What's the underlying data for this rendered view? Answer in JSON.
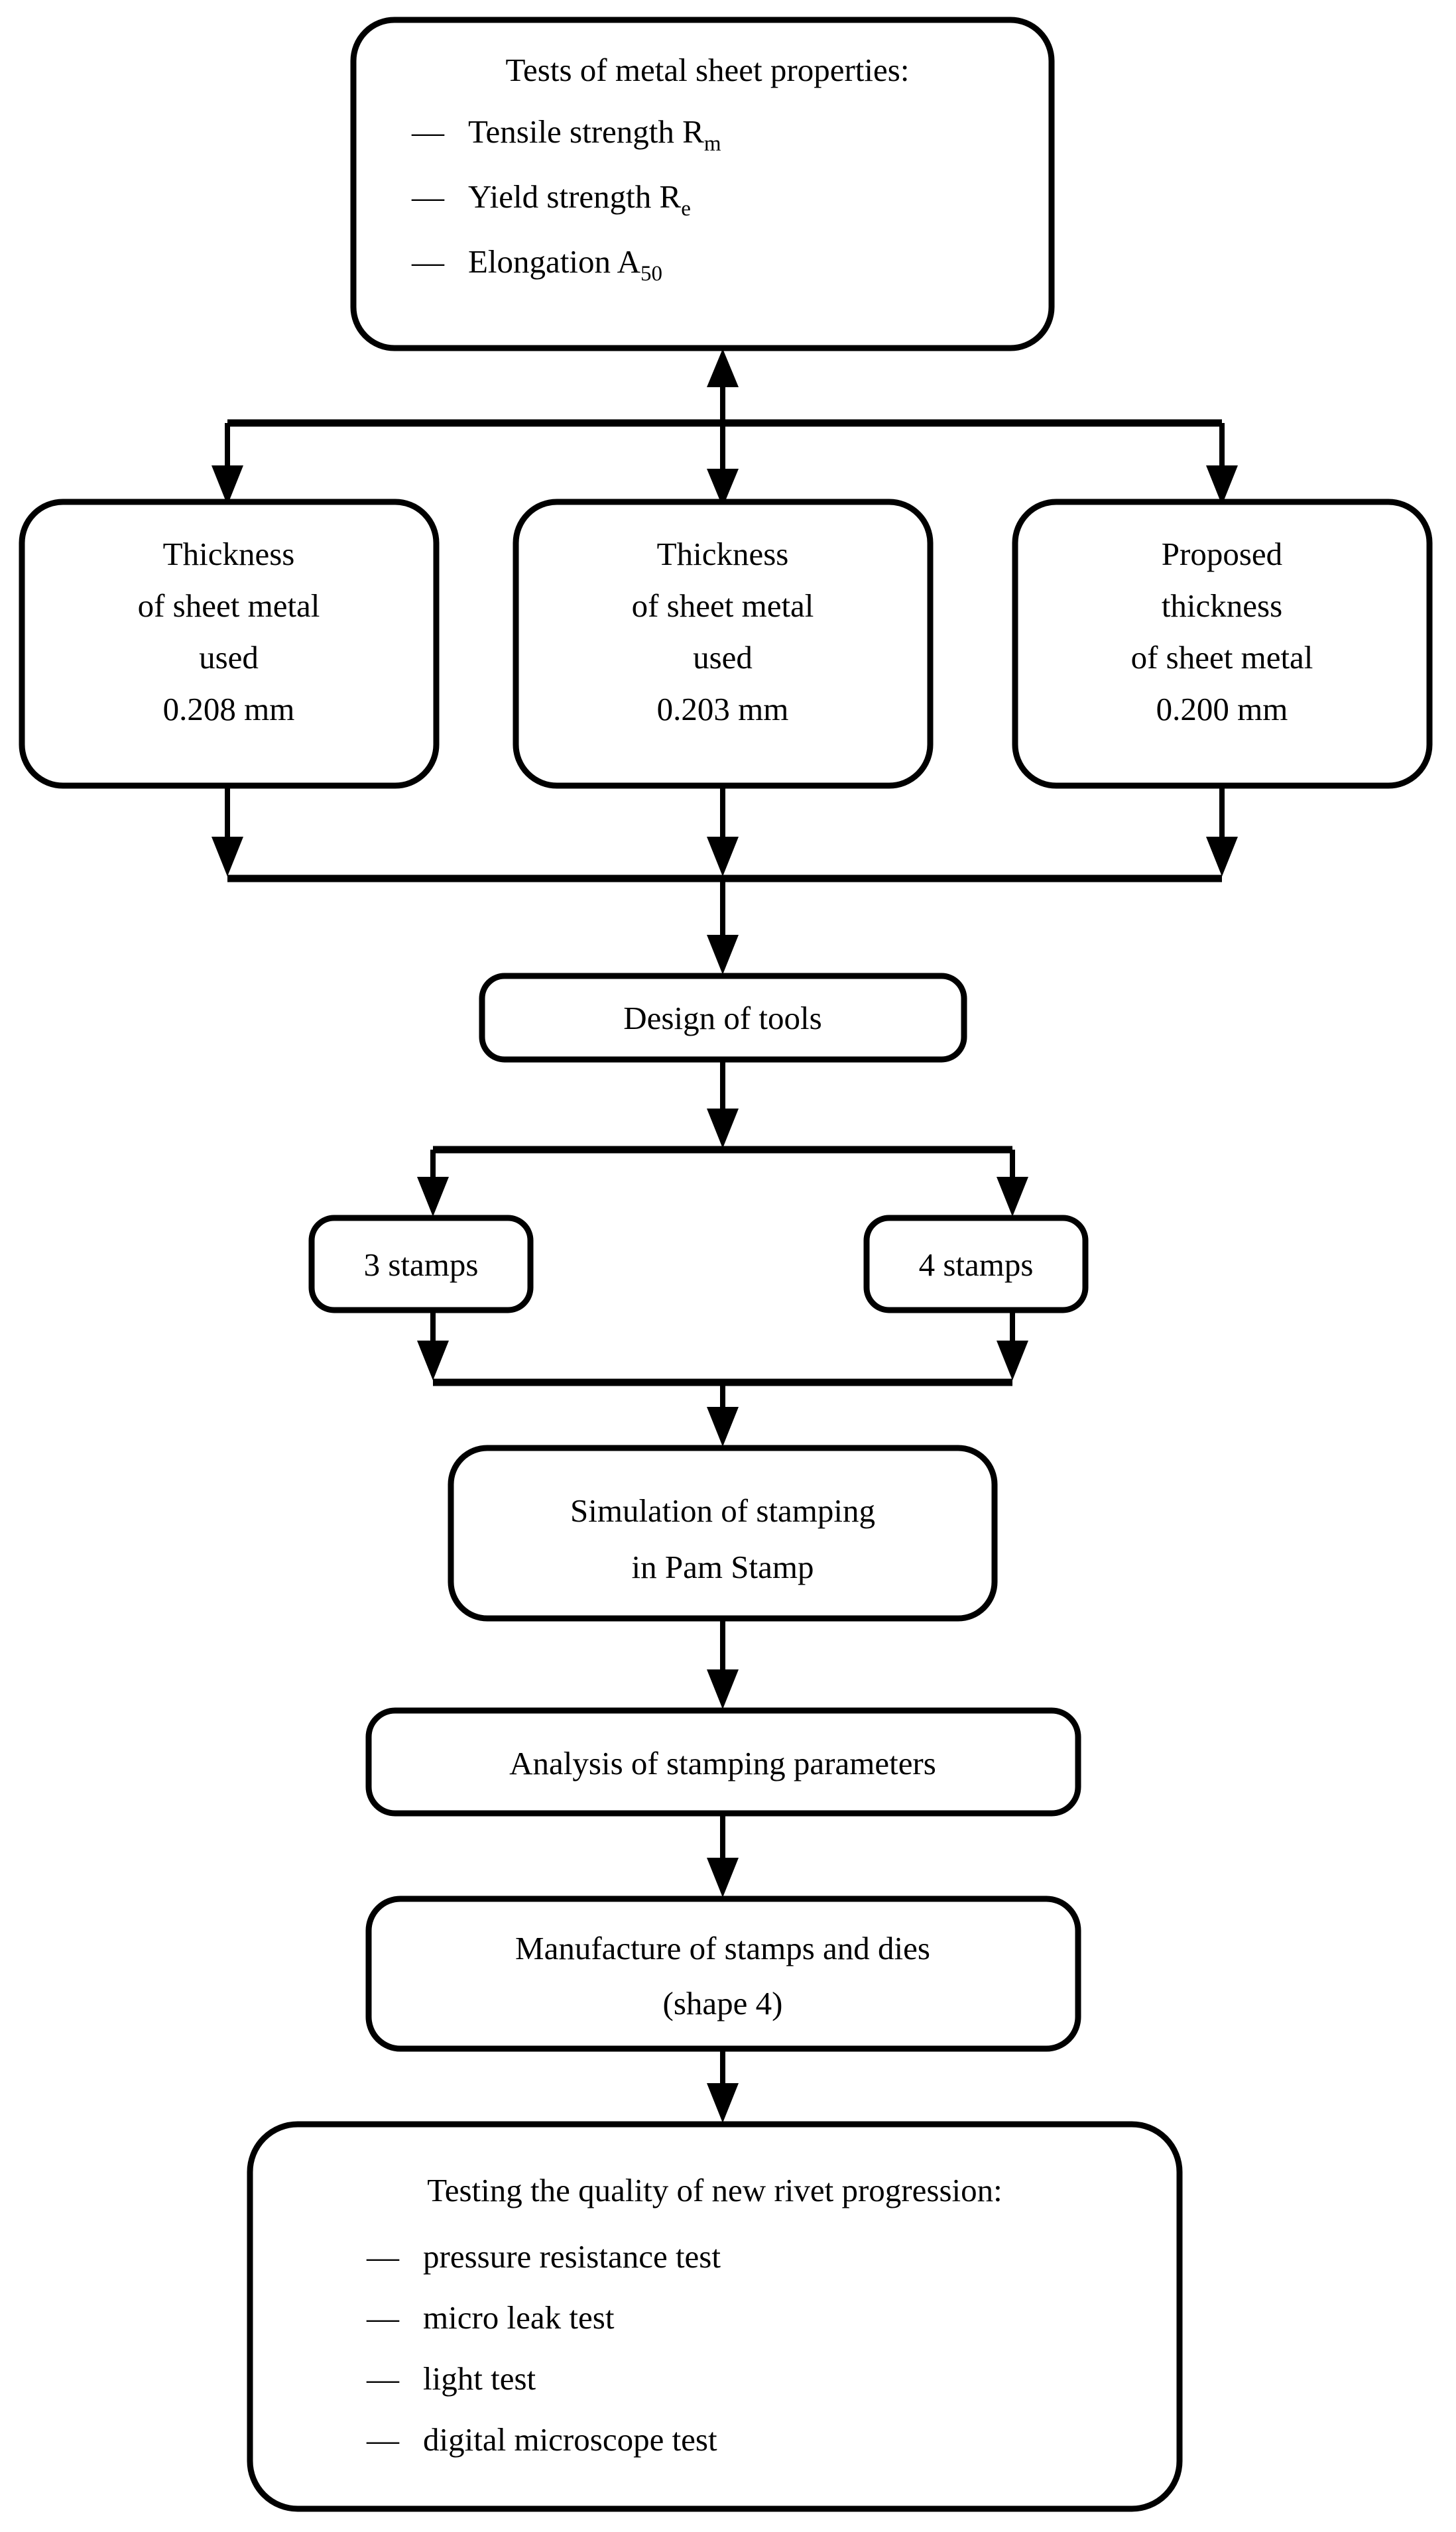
{
  "diagram": {
    "title": "Research methodology flowchart for sheet metal stamping",
    "orientation": "top-to-bottom",
    "background_color": "#ffffff",
    "line_color": "#000000",
    "node_fill": "#ffffff"
  },
  "nodes": {
    "tests_properties": {
      "id": "n1",
      "shape": "rounded-rectangle",
      "heading": "Tests of metal sheet properties:",
      "items": [
        {
          "dash": "—",
          "text": "Tensile strength R",
          "sub": "m"
        },
        {
          "dash": "—",
          "text": "Yield strength R",
          "sub": "e"
        },
        {
          "dash": "—",
          "text": "Elongation A",
          "sub": "50"
        }
      ]
    },
    "thickness_208": {
      "id": "n2",
      "shape": "rounded-rectangle",
      "lines": [
        "Thickness",
        "of sheet metal",
        "used",
        "0.208 mm"
      ],
      "value": "0.208",
      "unit": "mm"
    },
    "thickness_203": {
      "id": "n3",
      "shape": "rounded-rectangle",
      "lines": [
        "Thickness",
        "of sheet metal",
        "used",
        "0.203 mm"
      ],
      "value": "0.203",
      "unit": "mm"
    },
    "thickness_200": {
      "id": "n4",
      "shape": "rounded-rectangle",
      "lines": [
        "Proposed",
        "thickness",
        "of sheet metal",
        "0.200 mm"
      ],
      "value": "0.200",
      "unit": "mm"
    },
    "design_of_tools": {
      "id": "n5",
      "shape": "rounded-rectangle",
      "lines": [
        "Design of tools"
      ]
    },
    "stamps_3": {
      "id": "n6",
      "shape": "rounded-rectangle",
      "lines": [
        "3 stamps"
      ],
      "count": 3
    },
    "stamps_4": {
      "id": "n7",
      "shape": "rounded-rectangle",
      "lines": [
        "4 stamps"
      ],
      "count": 4
    },
    "simulation": {
      "id": "n8",
      "shape": "rounded-rectangle",
      "lines": [
        "Simulation of stamping",
        "in Pam Stamp"
      ],
      "software": "Pam Stamp"
    },
    "analysis": {
      "id": "n9",
      "shape": "rounded-rectangle",
      "lines": [
        "Analysis of stamping parameters"
      ]
    },
    "manufacture": {
      "id": "n10",
      "shape": "rounded-rectangle",
      "lines": [
        "Manufacture of stamps and dies",
        "(shape 4)"
      ]
    },
    "testing_quality": {
      "id": "n11",
      "shape": "rounded-rectangle",
      "heading": "Testing the quality of new rivet progression:",
      "items": [
        {
          "dash": "—",
          "text": "pressure resistance test"
        },
        {
          "dash": "—",
          "text": "micro leak test"
        },
        {
          "dash": "—",
          "text": "light test"
        },
        {
          "dash": "—",
          "text": "digital microscope test"
        }
      ]
    }
  },
  "edges": [
    {
      "from": "tests_properties",
      "to": "thickness_208",
      "style": "branch-down"
    },
    {
      "from": "tests_properties",
      "to": "thickness_203",
      "style": "bidirectional"
    },
    {
      "from": "tests_properties",
      "to": "thickness_200",
      "style": "branch-down"
    },
    {
      "from": "thickness_208",
      "to": "design_of_tools",
      "style": "merge-down"
    },
    {
      "from": "thickness_203",
      "to": "design_of_tools",
      "style": "merge-down"
    },
    {
      "from": "thickness_200",
      "to": "design_of_tools",
      "style": "merge-down"
    },
    {
      "from": "design_of_tools",
      "to": "stamps_3",
      "style": "branch-down"
    },
    {
      "from": "design_of_tools",
      "to": "stamps_4",
      "style": "branch-down"
    },
    {
      "from": "stamps_3",
      "to": "simulation",
      "style": "merge-down"
    },
    {
      "from": "stamps_4",
      "to": "simulation",
      "style": "merge-down"
    },
    {
      "from": "simulation",
      "to": "analysis",
      "style": "straight-down"
    },
    {
      "from": "analysis",
      "to": "manufacture",
      "style": "straight-down"
    },
    {
      "from": "manufacture",
      "to": "testing_quality",
      "style": "straight-down"
    }
  ]
}
